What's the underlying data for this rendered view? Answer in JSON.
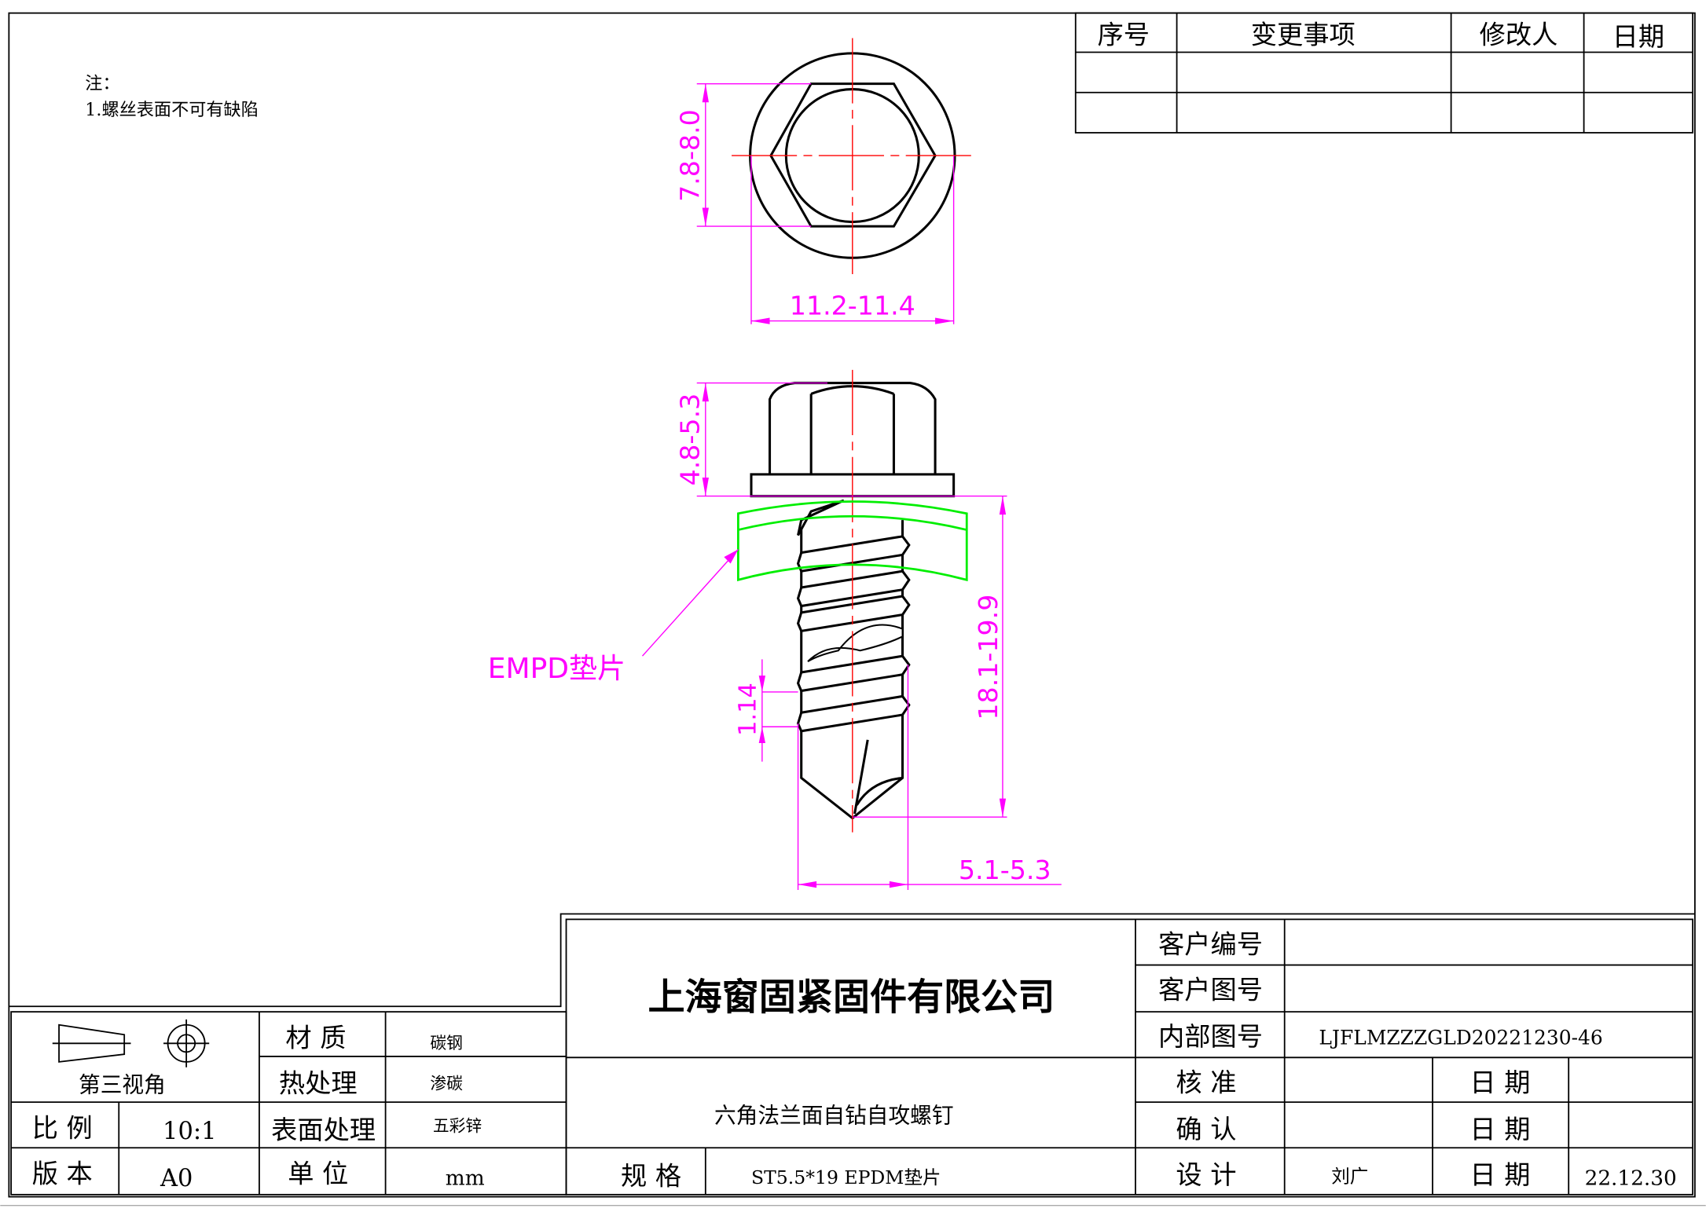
{
  "notes": {
    "title": "注：",
    "line1": "1.螺丝表面不可有缺陷"
  },
  "revision_table": {
    "headers": [
      "序号",
      "变更事项",
      "修改人",
      "日期"
    ]
  },
  "dimensions": {
    "hex_across_flats": "7.8-8.0",
    "flange_diameter": "11.2-11.4",
    "head_height": "4.8-5.3",
    "length": "18.1-19.9",
    "pitch": "1.14",
    "thread_diameter": "5.1-5.3",
    "washer_label": "EMPD垫片"
  },
  "title_block": {
    "company": "上海窗固紧固件有限公司",
    "product_name": "六角法兰面自钻自攻螺钉",
    "projection_label": "第三视角",
    "material_label": "材 质",
    "material": "碳钢",
    "heat_label": "热处理",
    "heat": "渗碳",
    "surface_label": "表面处理",
    "surface": "五彩锌",
    "scale_label": "比 例",
    "scale": "10:1",
    "version_label": "版 本",
    "version": "A0",
    "unit_label": "单 位",
    "unit": "mm",
    "spec_label": "规 格",
    "spec": "ST5.5*19 EPDM垫片",
    "customer_no_label": "客户编号",
    "customer_dwg_label": "客户图号",
    "internal_dwg_label": "内部图号",
    "internal_dwg": "LJFLMZZZGLD20221230-46",
    "approve_label": "核 准",
    "confirm_label": "确 认",
    "design_label": "设 计",
    "designer": "刘广",
    "date_label": "日 期",
    "design_date": "22.12.30"
  }
}
